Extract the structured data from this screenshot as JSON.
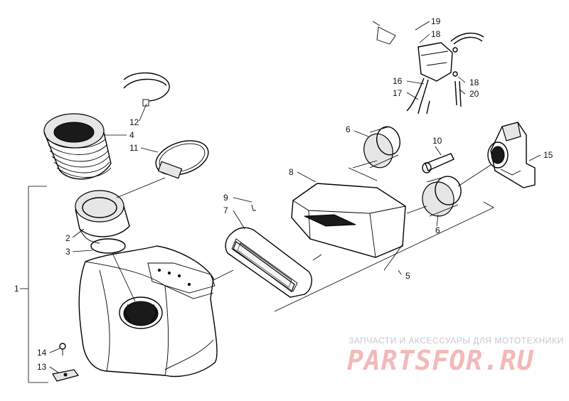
{
  "callouts": {
    "c1": "1",
    "c2": "2",
    "c3": "3",
    "c4": "4",
    "c5": "5",
    "c6a": "6",
    "c6b": "6",
    "c7": "7",
    "c8": "8",
    "c9": "9",
    "c10": "10",
    "c11": "11",
    "c12": "12",
    "c13": "13",
    "c14": "14",
    "c15": "15",
    "c16": "16",
    "c17": "17",
    "c18a": "18",
    "c18b": "18",
    "c19": "19",
    "c20": "20"
  },
  "watermark": {
    "tagline": "ЗАПЧАСТИ И АКСЕССУАРЫ ДЛЯ МОТОТЕХНИКИ",
    "logo": "PARTSFOR.RU"
  },
  "colors": {
    "line": "#000000",
    "watermark_text": "#c8c8c8",
    "watermark_logo": "#f2b9b9"
  }
}
